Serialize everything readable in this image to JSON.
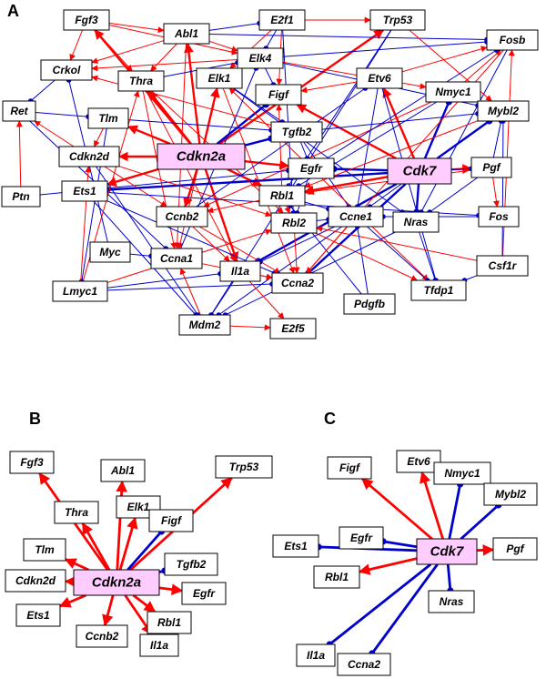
{
  "colors": {
    "activation": "#ff0000",
    "inhibition": "#0000cc",
    "node_fill": "#ffffff",
    "hub_fill": "#ffccff",
    "border": "#000000"
  },
  "edge_kinds": {
    "A": "activation (arrowhead)",
    "I": "inhibition (blunt dot end)"
  },
  "panels": [
    {
      "letter": "A",
      "nodes": [
        {
          "id": "Fgf3",
          "label": "Fgf3"
        },
        {
          "id": "Abl1",
          "label": "Abl1"
        },
        {
          "id": "E2f1",
          "label": "E2f1"
        },
        {
          "id": "Trp53",
          "label": "Trp53"
        },
        {
          "id": "Fosb",
          "label": "Fosb"
        },
        {
          "id": "Crkol",
          "label": "Crkol"
        },
        {
          "id": "Elk4",
          "label": "Elk4"
        },
        {
          "id": "Thra",
          "label": "Thra"
        },
        {
          "id": "Elk1",
          "label": "Elk1"
        },
        {
          "id": "Etv6",
          "label": "Etv6"
        },
        {
          "id": "Nmyc1",
          "label": "Nmyc1"
        },
        {
          "id": "Ret",
          "label": "Ret"
        },
        {
          "id": "Figf",
          "label": "Figf"
        },
        {
          "id": "Mybl2",
          "label": "Mybl2"
        },
        {
          "id": "Tlm",
          "label": "Tlm"
        },
        {
          "id": "Tgfb2",
          "label": "Tgfb2"
        },
        {
          "id": "Cdkn2d",
          "label": "Cdkn2d"
        },
        {
          "id": "Cdkn2a",
          "label": "Cdkn2a",
          "hub": true
        },
        {
          "id": "Egfr",
          "label": "Egfr"
        },
        {
          "id": "Cdk7",
          "label": "Cdk7",
          "hub": true
        },
        {
          "id": "Pgf",
          "label": "Pgf"
        },
        {
          "id": "Ets1",
          "label": "Ets1"
        },
        {
          "id": "Ptn",
          "label": "Ptn"
        },
        {
          "id": "Rbl1",
          "label": "Rbl1"
        },
        {
          "id": "Ccnb2",
          "label": "Ccnb2"
        },
        {
          "id": "Rbl2",
          "label": "Rbl2"
        },
        {
          "id": "Ccne1",
          "label": "Ccne1"
        },
        {
          "id": "Nras",
          "label": "Nras"
        },
        {
          "id": "Fos",
          "label": "Fos"
        },
        {
          "id": "Myc",
          "label": "Myc"
        },
        {
          "id": "Ccna1",
          "label": "Ccna1"
        },
        {
          "id": "Csf1r",
          "label": "Csf1r"
        },
        {
          "id": "Lmyc1",
          "label": "Lmyc1"
        },
        {
          "id": "Il1a",
          "label": "Il1a"
        },
        {
          "id": "Ccna2",
          "label": "Ccna2"
        },
        {
          "id": "Tfdp1",
          "label": "Tfdp1"
        },
        {
          "id": "Pdgfb",
          "label": "Pdgfb"
        },
        {
          "id": "Mdm2",
          "label": "Mdm2"
        },
        {
          "id": "E2f5",
          "label": "E2f5"
        }
      ],
      "edges": [
        [
          "Cdkn2a",
          "Fgf3",
          "A"
        ],
        [
          "Cdkn2a",
          "Abl1",
          "A"
        ],
        [
          "Cdkn2a",
          "Trp53",
          "A"
        ],
        [
          "Cdkn2a",
          "Thra",
          "A"
        ],
        [
          "Cdkn2a",
          "Elk1",
          "A"
        ],
        [
          "Cdkn2a",
          "Figf",
          "I"
        ],
        [
          "Cdkn2a",
          "Tgfb2",
          "I"
        ],
        [
          "Cdkn2a",
          "Tlm",
          "A"
        ],
        [
          "Cdkn2a",
          "Cdkn2d",
          "A"
        ],
        [
          "Cdkn2a",
          "Ets1",
          "A"
        ],
        [
          "Cdkn2a",
          "Ccnb2",
          "A"
        ],
        [
          "Cdkn2a",
          "Il1a",
          "A"
        ],
        [
          "Cdkn2a",
          "Rbl1",
          "A"
        ],
        [
          "Cdkn2a",
          "Egfr",
          "A"
        ],
        [
          "Cdk7",
          "Figf",
          "A"
        ],
        [
          "Cdk7",
          "Etv6",
          "A"
        ],
        [
          "Cdk7",
          "Nmyc1",
          "I"
        ],
        [
          "Cdk7",
          "Mybl2",
          "I"
        ],
        [
          "Cdk7",
          "Pgf",
          "A"
        ],
        [
          "Cdk7",
          "Egfr",
          "I"
        ],
        [
          "Cdk7",
          "Ets1",
          "I"
        ],
        [
          "Cdk7",
          "Rbl1",
          "A"
        ],
        [
          "Cdk7",
          "Nras",
          "I"
        ],
        [
          "Cdk7",
          "Il1a",
          "I"
        ],
        [
          "Cdk7",
          "Ccna2",
          "I"
        ],
        [
          "Fgf3",
          "Crkol",
          "A"
        ],
        [
          "Fgf3",
          "Abl1",
          "A"
        ],
        [
          "Fgf3",
          "Elk4",
          "A"
        ],
        [
          "Fgf3",
          "Thra",
          "A"
        ],
        [
          "Abl1",
          "E2f1",
          "I"
        ],
        [
          "Abl1",
          "Crkol",
          "A"
        ],
        [
          "Abl1",
          "Thra",
          "A"
        ],
        [
          "Abl1",
          "Elk4",
          "A"
        ],
        [
          "Abl1",
          "Fosb",
          "I"
        ],
        [
          "Abl1",
          "Ccna1",
          "A"
        ],
        [
          "E2f1",
          "Trp53",
          "A"
        ],
        [
          "E2f1",
          "Elk4",
          "I"
        ],
        [
          "E2f1",
          "Elk1",
          "A"
        ],
        [
          "E2f1",
          "Rbl2",
          "I"
        ],
        [
          "E2f1",
          "Figf",
          "A"
        ],
        [
          "Trp53",
          "Mybl2",
          "A"
        ],
        [
          "Trp53",
          "Rbl1",
          "I"
        ],
        [
          "Trp53",
          "Mdm2",
          "I"
        ],
        [
          "Thra",
          "Elk4",
          "I"
        ],
        [
          "Thra",
          "Il1a",
          "A"
        ],
        [
          "Thra",
          "Rbl2",
          "A"
        ],
        [
          "Thra",
          "Ccna1",
          "A"
        ],
        [
          "Elk4",
          "Figf",
          "I"
        ],
        [
          "Elk4",
          "Fosb",
          "I"
        ],
        [
          "Elk4",
          "Nmyc1",
          "A"
        ],
        [
          "Elk4",
          "Mybl2",
          "I"
        ],
        [
          "Elk4",
          "Crkol",
          "A"
        ],
        [
          "Elk1",
          "Ccna2",
          "A"
        ],
        [
          "Elk1",
          "Tgfb2",
          "I"
        ],
        [
          "Elk1",
          "Nras",
          "I"
        ],
        [
          "Elk1",
          "Ccna1",
          "A"
        ],
        [
          "Etv6",
          "Fosb",
          "A"
        ],
        [
          "Etv6",
          "Ccne1",
          "I"
        ],
        [
          "Etv6",
          "Tfdp1",
          "I"
        ],
        [
          "Etv6",
          "Figf",
          "A"
        ],
        [
          "Nmyc1",
          "Fosb",
          "A"
        ],
        [
          "Nmyc1",
          "Ccnb2",
          "A"
        ],
        [
          "Nmyc1",
          "Rbl1",
          "I"
        ],
        [
          "Ret",
          "Tlm",
          "I"
        ],
        [
          "Ret",
          "Ccna1",
          "I"
        ],
        [
          "Ptn",
          "Ret",
          "A"
        ],
        [
          "Ptn",
          "Egfr",
          "I"
        ],
        [
          "Tlm",
          "Cdkn2d",
          "A"
        ],
        [
          "Tlm",
          "Tgfb2",
          "I"
        ],
        [
          "Tlm",
          "Lmyc1",
          "I"
        ],
        [
          "Tgfb2",
          "Egfr",
          "I"
        ],
        [
          "Tgfb2",
          "Mybl2",
          "I"
        ],
        [
          "Tgfb2",
          "Crkol",
          "A"
        ],
        [
          "Tgfb2",
          "Ccne1",
          "I"
        ],
        [
          "Cdkn2d",
          "Ret",
          "A"
        ],
        [
          "Cdkn2d",
          "Ccnb2",
          "A"
        ],
        [
          "Cdkn2d",
          "Rbl2",
          "A"
        ],
        [
          "Cdkn2d",
          "Mdm2",
          "I"
        ],
        [
          "Egfr",
          "Rbl2",
          "I"
        ],
        [
          "Egfr",
          "Elk1",
          "A"
        ],
        [
          "Egfr",
          "Tfdp1",
          "A"
        ],
        [
          "Egfr",
          "Fosb",
          "I"
        ],
        [
          "Pgf",
          "Fos",
          "A"
        ],
        [
          "Pgf",
          "Mybl2",
          "I"
        ],
        [
          "Pgf",
          "Nras",
          "I"
        ],
        [
          "Pgf",
          "Rbl1",
          "A"
        ],
        [
          "Ets1",
          "Mdm2",
          "I"
        ],
        [
          "Ets1",
          "Pgf",
          "I"
        ],
        [
          "Ets1",
          "Fos",
          "I"
        ],
        [
          "Ets1",
          "Ccna2",
          "I"
        ],
        [
          "Rbl1",
          "Ccne1",
          "I"
        ],
        [
          "Rbl1",
          "Rbl2",
          "A"
        ],
        [
          "Rbl1",
          "Ccnb2",
          "A"
        ],
        [
          "Rbl1",
          "Figf",
          "A"
        ],
        [
          "Ccnb2",
          "Il1a",
          "A"
        ],
        [
          "Ccnb2",
          "Ccna2",
          "A"
        ],
        [
          "Ccnb2",
          "Etv6",
          "I"
        ],
        [
          "Rbl2",
          "Ccne1",
          "I"
        ],
        [
          "Rbl2",
          "Tfdp1",
          "A"
        ],
        [
          "Rbl2",
          "Ccna2",
          "A"
        ],
        [
          "Ccne1",
          "Il1a",
          "I"
        ],
        [
          "Ccne1",
          "Tfdp1",
          "I"
        ],
        [
          "Ccne1",
          "Mdm2",
          "I"
        ],
        [
          "Ccne1",
          "Ccna2",
          "A"
        ],
        [
          "Nras",
          "Tfdp1",
          "I"
        ],
        [
          "Nras",
          "Mdm2",
          "I"
        ],
        [
          "Fos",
          "Ccne1",
          "I"
        ],
        [
          "Csf1r",
          "Fosb",
          "A"
        ],
        [
          "Csf1r",
          "Rbl2",
          "A"
        ],
        [
          "Csf1r",
          "Tfdp1",
          "I"
        ],
        [
          "Csf1r",
          "Mybl2",
          "I"
        ],
        [
          "Myc",
          "Ccna1",
          "I"
        ],
        [
          "Myc",
          "Crkol",
          "I"
        ],
        [
          "Lmyc1",
          "Il1a",
          "I"
        ],
        [
          "Lmyc1",
          "Ccna2",
          "I"
        ],
        [
          "Lmyc1",
          "Thra",
          "A"
        ],
        [
          "Lmyc1",
          "Rbl2",
          "A"
        ],
        [
          "Lmyc1",
          "Cdkn2d",
          "A"
        ],
        [
          "Il1a",
          "Mdm2",
          "I"
        ],
        [
          "Il1a",
          "E2f5",
          "A"
        ],
        [
          "Il1a",
          "Ccna2",
          "A"
        ],
        [
          "Pdgfb",
          "Ccne1",
          "I"
        ],
        [
          "Pdgfb",
          "Rbl1",
          "I"
        ],
        [
          "Mdm2",
          "E2f5",
          "A"
        ],
        [
          "Mdm2",
          "Ccna1",
          "A"
        ],
        [
          "Ccna1",
          "Ccna2",
          "A"
        ],
        [
          "Ccna1",
          "Elk4",
          "I"
        ],
        [
          "Fosb",
          "Ccna2",
          "A"
        ],
        [
          "Fosb",
          "Nras",
          "I"
        ],
        [
          "Mybl2",
          "Ccne1",
          "I"
        ],
        [
          "Mybl2",
          "Rbl1",
          "A"
        ],
        [
          "Crkol",
          "Ret",
          "I"
        ]
      ]
    },
    {
      "letter": "B",
      "nodes": [
        {
          "id": "Fgf3",
          "label": "Fgf3"
        },
        {
          "id": "Abl1",
          "label": "Abl1"
        },
        {
          "id": "Trp53",
          "label": "Trp53"
        },
        {
          "id": "Thra",
          "label": "Thra"
        },
        {
          "id": "Elk1",
          "label": "Elk1"
        },
        {
          "id": "Figf",
          "label": "Figf"
        },
        {
          "id": "Tlm",
          "label": "Tlm"
        },
        {
          "id": "Tgfb2",
          "label": "Tgfb2"
        },
        {
          "id": "Cdkn2d",
          "label": "Cdkn2d"
        },
        {
          "id": "Cdkn2a",
          "label": "Cdkn2a",
          "hub": true
        },
        {
          "id": "Egfr",
          "label": "Egfr"
        },
        {
          "id": "Ets1",
          "label": "Ets1"
        },
        {
          "id": "Rbl1",
          "label": "Rbl1"
        },
        {
          "id": "Ccnb2",
          "label": "Ccnb2"
        },
        {
          "id": "Il1a",
          "label": "Il1a"
        }
      ],
      "edges": [
        [
          "Cdkn2a",
          "Fgf3",
          "A"
        ],
        [
          "Cdkn2a",
          "Abl1",
          "A"
        ],
        [
          "Cdkn2a",
          "Trp53",
          "A"
        ],
        [
          "Cdkn2a",
          "Thra",
          "A"
        ],
        [
          "Cdkn2a",
          "Elk1",
          "A"
        ],
        [
          "Cdkn2a",
          "Figf",
          "I"
        ],
        [
          "Cdkn2a",
          "Tgfb2",
          "I"
        ],
        [
          "Cdkn2a",
          "Tlm",
          "A"
        ],
        [
          "Cdkn2a",
          "Cdkn2d",
          "A"
        ],
        [
          "Cdkn2a",
          "Egfr",
          "A"
        ],
        [
          "Cdkn2a",
          "Ets1",
          "A"
        ],
        [
          "Cdkn2a",
          "Rbl1",
          "A"
        ],
        [
          "Cdkn2a",
          "Ccnb2",
          "A"
        ],
        [
          "Cdkn2a",
          "Il1a",
          "A"
        ]
      ]
    },
    {
      "letter": "C",
      "nodes": [
        {
          "id": "Figf",
          "label": "Figf"
        },
        {
          "id": "Etv6",
          "label": "Etv6"
        },
        {
          "id": "Nmyc1",
          "label": "Nmyc1"
        },
        {
          "id": "Mybl2",
          "label": "Mybl2"
        },
        {
          "id": "Ets1",
          "label": "Ets1"
        },
        {
          "id": "Egfr",
          "label": "Egfr"
        },
        {
          "id": "Cdk7",
          "label": "Cdk7",
          "hub": true
        },
        {
          "id": "Pgf",
          "label": "Pgf"
        },
        {
          "id": "Rbl1",
          "label": "Rbl1"
        },
        {
          "id": "Nras",
          "label": "Nras"
        },
        {
          "id": "Il1a",
          "label": "Il1a"
        },
        {
          "id": "Ccna2",
          "label": "Ccna2"
        }
      ],
      "edges": [
        [
          "Cdk7",
          "Figf",
          "A"
        ],
        [
          "Cdk7",
          "Etv6",
          "A"
        ],
        [
          "Cdk7",
          "Nmyc1",
          "I"
        ],
        [
          "Cdk7",
          "Mybl2",
          "I"
        ],
        [
          "Cdk7",
          "Egfr",
          "I"
        ],
        [
          "Cdk7",
          "Ets1",
          "I"
        ],
        [
          "Cdk7",
          "Pgf",
          "A"
        ],
        [
          "Cdk7",
          "Rbl1",
          "A"
        ],
        [
          "Cdk7",
          "Nras",
          "I"
        ],
        [
          "Cdk7",
          "Il1a",
          "I"
        ],
        [
          "Cdk7",
          "Ccna2",
          "I"
        ]
      ]
    }
  ]
}
